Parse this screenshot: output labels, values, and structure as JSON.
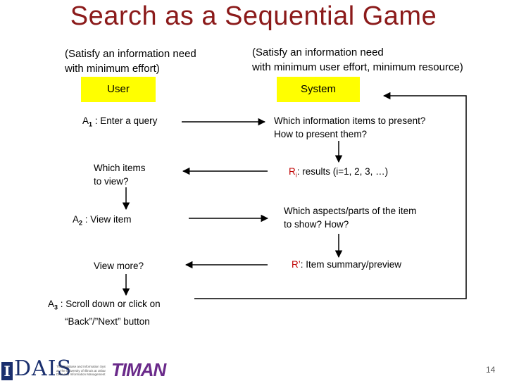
{
  "title": "Search as a Sequential Game",
  "user_side": {
    "goal_line1": "(Satisfy an information need",
    "goal_line2": "with minimum effort)",
    "box_label": "User"
  },
  "system_side": {
    "goal_line1": "(Satisfy an information need",
    "goal_line2": "with minimum user effort, minimum resource)",
    "box_label": "System"
  },
  "user_steps": {
    "a1_prefix": "A",
    "a1_sub": "1",
    "a1_text": " : Enter a query",
    "which_items_line1": "Which items",
    "which_items_line2": "to view?",
    "a2_prefix": "A",
    "a2_sub": "2",
    "a2_text": " : View item",
    "view_more": "View more?",
    "a3_prefix": "A",
    "a3_sub": "3",
    "a3_text_line1": " : Scroll down or click on",
    "a3_text_line2": "“Back”/”Next”  button"
  },
  "system_steps": {
    "which_info_line1": "Which  information items to present?",
    "which_info_line2": "How to present them?",
    "ri_prefix": "R",
    "ri_sub": "i",
    "ri_text": ": results (i=1, 2, 3, …)",
    "aspects_line1": "Which aspects/parts of the item",
    "aspects_line2": "to show?  How?",
    "rprime_prefix": "R’",
    "rprime_text": ": Item summary/preview"
  },
  "footer": {
    "logo_left": "DAIS",
    "logo_left_initial": "I",
    "logo_caption_line1": "The Database and Information Systems Laboratory",
    "logo_caption_line2": "at The University of Illinois at Urbana-Champaign",
    "logo_caption_line3": "Data and Information Management Research Group",
    "logo_right": "TIMAN",
    "page_number": "14"
  },
  "colors": {
    "title": "#8b1a1a",
    "box_fill": "#ffff00",
    "result_label": "#c00000"
  }
}
